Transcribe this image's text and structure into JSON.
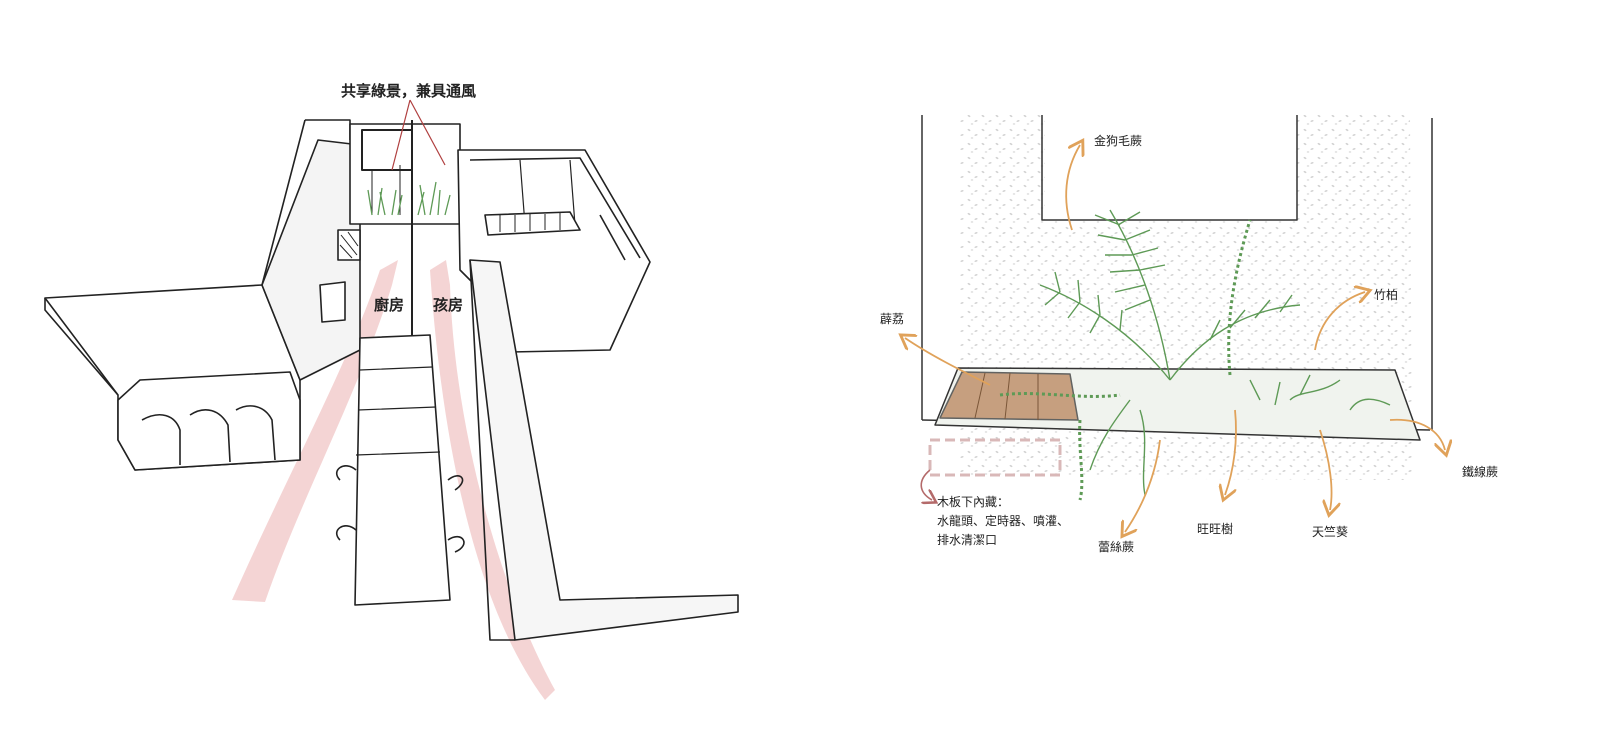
{
  "left_diagram": {
    "title": "共享綠景，兼具通風",
    "rooms": [
      "廚房",
      "孩房"
    ]
  },
  "right_diagram": {
    "plants": [
      "金狗毛蕨",
      "竹柏",
      "薜荔",
      "鐵線蕨",
      "蕾絲蕨",
      "旺旺樹",
      "天竺葵"
    ],
    "note": [
      "木板下內藏：",
      "水龍頭、定時器、噴灌、",
      "排水清潔口"
    ]
  },
  "colors": {
    "ink": "#222222",
    "airflow": "#f3cfcf",
    "leader_arrow": "#e0a25a",
    "note_arrow": "#b46a6a",
    "foliage": "#5e9a56",
    "wood": "#b9835a",
    "hidden_box": "#d9b8b8"
  }
}
